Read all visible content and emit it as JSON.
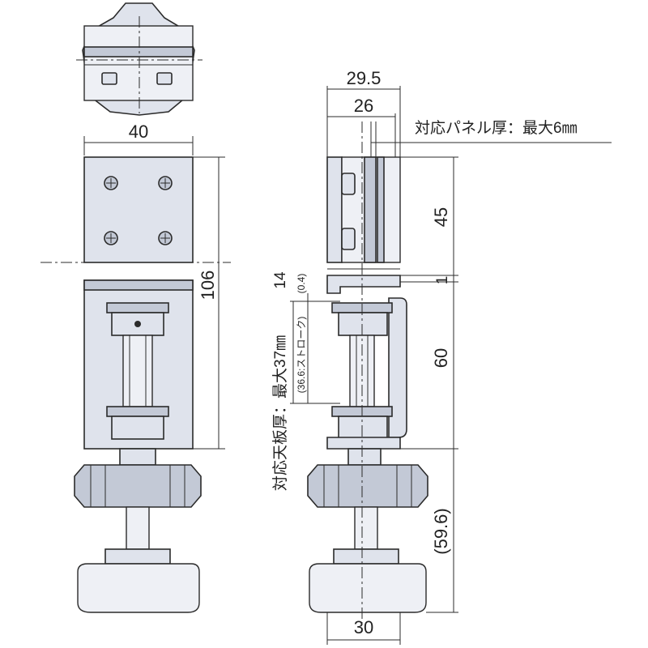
{
  "dimensions": {
    "top_width": "40",
    "height_total": "106",
    "side_outer_width": "29.5",
    "side_inner_width": "26",
    "panel_thickness_note": "対応パネル厚：最大6㎜",
    "height_upper": "45",
    "gap": "1",
    "lower_height": "60",
    "bottom_projection": "(59.6)",
    "bottom_width": "30",
    "dim_14": "14",
    "dim_04": "(0.4)",
    "table_thickness_note": "対応天板厚：最大37㎜",
    "stroke_note": "(36.6:ストローク)"
  }
}
